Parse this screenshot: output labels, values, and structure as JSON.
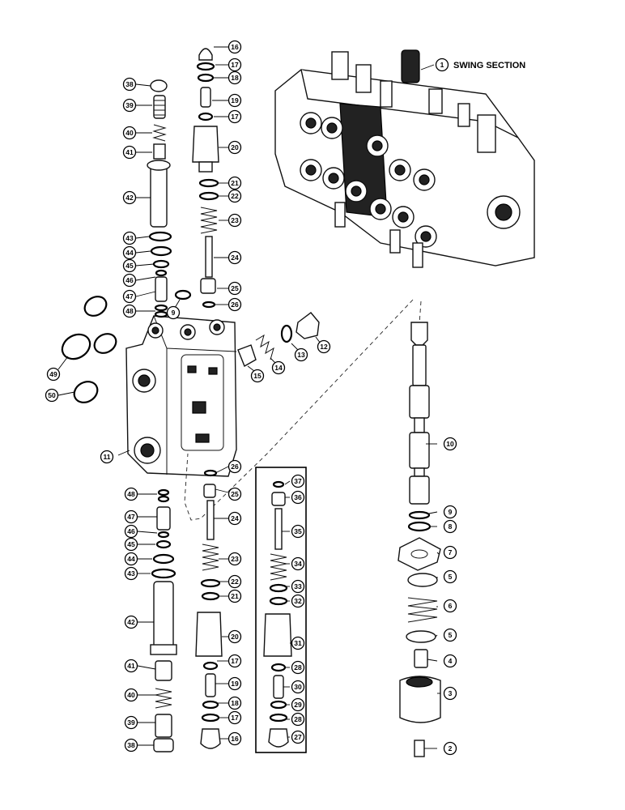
{
  "diagram": {
    "section_label": "SWING SECTION",
    "section_callout": "1",
    "callouts": [
      {
        "id": "c16a",
        "label": "16"
      },
      {
        "id": "c17a",
        "label": "17"
      },
      {
        "id": "c18a",
        "label": "18"
      },
      {
        "id": "c19a",
        "label": "19"
      },
      {
        "id": "c17b",
        "label": "17"
      },
      {
        "id": "c20a",
        "label": "20"
      },
      {
        "id": "c21a",
        "label": "21"
      },
      {
        "id": "c22a",
        "label": "22"
      },
      {
        "id": "c23a",
        "label": "23"
      },
      {
        "id": "c24a",
        "label": "24"
      },
      {
        "id": "c25a",
        "label": "25"
      },
      {
        "id": "c26a",
        "label": "26"
      },
      {
        "id": "c38a",
        "label": "38"
      },
      {
        "id": "c39a",
        "label": "39"
      },
      {
        "id": "c40a",
        "label": "40"
      },
      {
        "id": "c41a",
        "label": "41"
      },
      {
        "id": "c42a",
        "label": "42"
      },
      {
        "id": "c43a",
        "label": "43"
      },
      {
        "id": "c44a",
        "label": "44"
      },
      {
        "id": "c45a",
        "label": "45"
      },
      {
        "id": "c46a",
        "label": "46"
      },
      {
        "id": "c47a",
        "label": "47"
      },
      {
        "id": "c48a",
        "label": "48"
      },
      {
        "id": "c9a",
        "label": "9"
      },
      {
        "id": "c49",
        "label": "49"
      },
      {
        "id": "c50",
        "label": "50"
      },
      {
        "id": "c11",
        "label": "11"
      },
      {
        "id": "c12",
        "label": "12"
      },
      {
        "id": "c13",
        "label": "13"
      },
      {
        "id": "c14",
        "label": "14"
      },
      {
        "id": "c15",
        "label": "15"
      },
      {
        "id": "c26b",
        "label": "26"
      },
      {
        "id": "c25b",
        "label": "25"
      },
      {
        "id": "c24b",
        "label": "24"
      },
      {
        "id": "c23b",
        "label": "23"
      },
      {
        "id": "c22b",
        "label": "22"
      },
      {
        "id": "c21b",
        "label": "21"
      },
      {
        "id": "c20b",
        "label": "20"
      },
      {
        "id": "c17c",
        "label": "17"
      },
      {
        "id": "c19b",
        "label": "19"
      },
      {
        "id": "c18b",
        "label": "18"
      },
      {
        "id": "c17d",
        "label": "17"
      },
      {
        "id": "c16b",
        "label": "16"
      },
      {
        "id": "c48b",
        "label": "48"
      },
      {
        "id": "c47b",
        "label": "47"
      },
      {
        "id": "c46b",
        "label": "46"
      },
      {
        "id": "c45b",
        "label": "45"
      },
      {
        "id": "c44b",
        "label": "44"
      },
      {
        "id": "c43b",
        "label": "43"
      },
      {
        "id": "c42b",
        "label": "42"
      },
      {
        "id": "c41b",
        "label": "41"
      },
      {
        "id": "c40b",
        "label": "40"
      },
      {
        "id": "c39b",
        "label": "39"
      },
      {
        "id": "c38b",
        "label": "38"
      },
      {
        "id": "c37",
        "label": "37"
      },
      {
        "id": "c36",
        "label": "36"
      },
      {
        "id": "c35",
        "label": "35"
      },
      {
        "id": "c34",
        "label": "34"
      },
      {
        "id": "c33",
        "label": "33"
      },
      {
        "id": "c32",
        "label": "32"
      },
      {
        "id": "c31",
        "label": "31"
      },
      {
        "id": "c28a",
        "label": "28"
      },
      {
        "id": "c30",
        "label": "30"
      },
      {
        "id": "c29",
        "label": "29"
      },
      {
        "id": "c28b",
        "label": "28"
      },
      {
        "id": "c27",
        "label": "27"
      },
      {
        "id": "c10",
        "label": "10"
      },
      {
        "id": "c9b",
        "label": "9"
      },
      {
        "id": "c8",
        "label": "8"
      },
      {
        "id": "c7",
        "label": "7"
      },
      {
        "id": "c5a",
        "label": "5"
      },
      {
        "id": "c6",
        "label": "6"
      },
      {
        "id": "c5b",
        "label": "5"
      },
      {
        "id": "c4",
        "label": "4"
      },
      {
        "id": "c3",
        "label": "3"
      },
      {
        "id": "c2",
        "label": "2"
      }
    ]
  }
}
